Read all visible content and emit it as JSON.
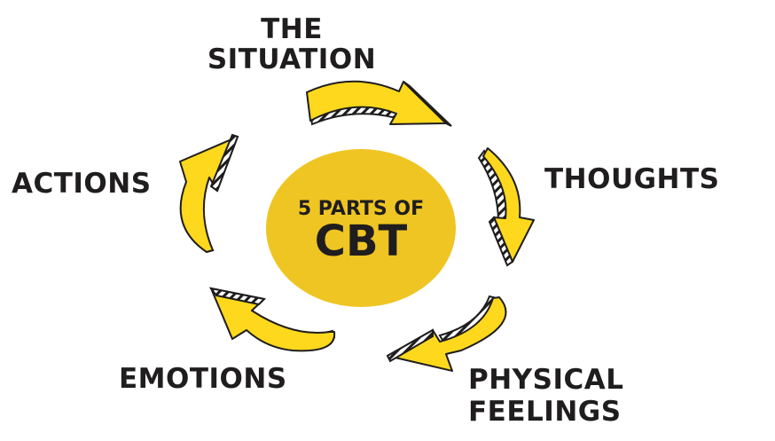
{
  "diagram": {
    "title_line1": "5 PARTS OF",
    "title_line2": "CBT",
    "colors": {
      "hub": "#efc523",
      "arrow_fill": "#fdd81c",
      "outline": "#1f1d1e",
      "text": "#1f1d1e",
      "background": "#ffffff"
    },
    "nodes": [
      {
        "id": "situation",
        "lines": [
          "THE",
          "SITUATION"
        ]
      },
      {
        "id": "thoughts",
        "lines": [
          "THOUGHTS"
        ]
      },
      {
        "id": "physical",
        "lines": [
          "PHYSICAL",
          "FEELINGS"
        ]
      },
      {
        "id": "emotions",
        "lines": [
          "EMOTIONS"
        ]
      },
      {
        "id": "actions",
        "lines": [
          "ACTIONS"
        ]
      }
    ],
    "edges": [
      {
        "from": "situation",
        "to": "thoughts",
        "icon": "curved-arrow-icon"
      },
      {
        "from": "thoughts",
        "to": "physical",
        "icon": "curved-arrow-icon"
      },
      {
        "from": "physical",
        "to": "emotions",
        "icon": "curved-arrow-icon"
      },
      {
        "from": "emotions",
        "to": "actions",
        "icon": "curved-arrow-icon"
      },
      {
        "from": "actions",
        "to": "situation",
        "icon": "curved-arrow-icon"
      }
    ],
    "cycle_direction": "clockwise"
  }
}
